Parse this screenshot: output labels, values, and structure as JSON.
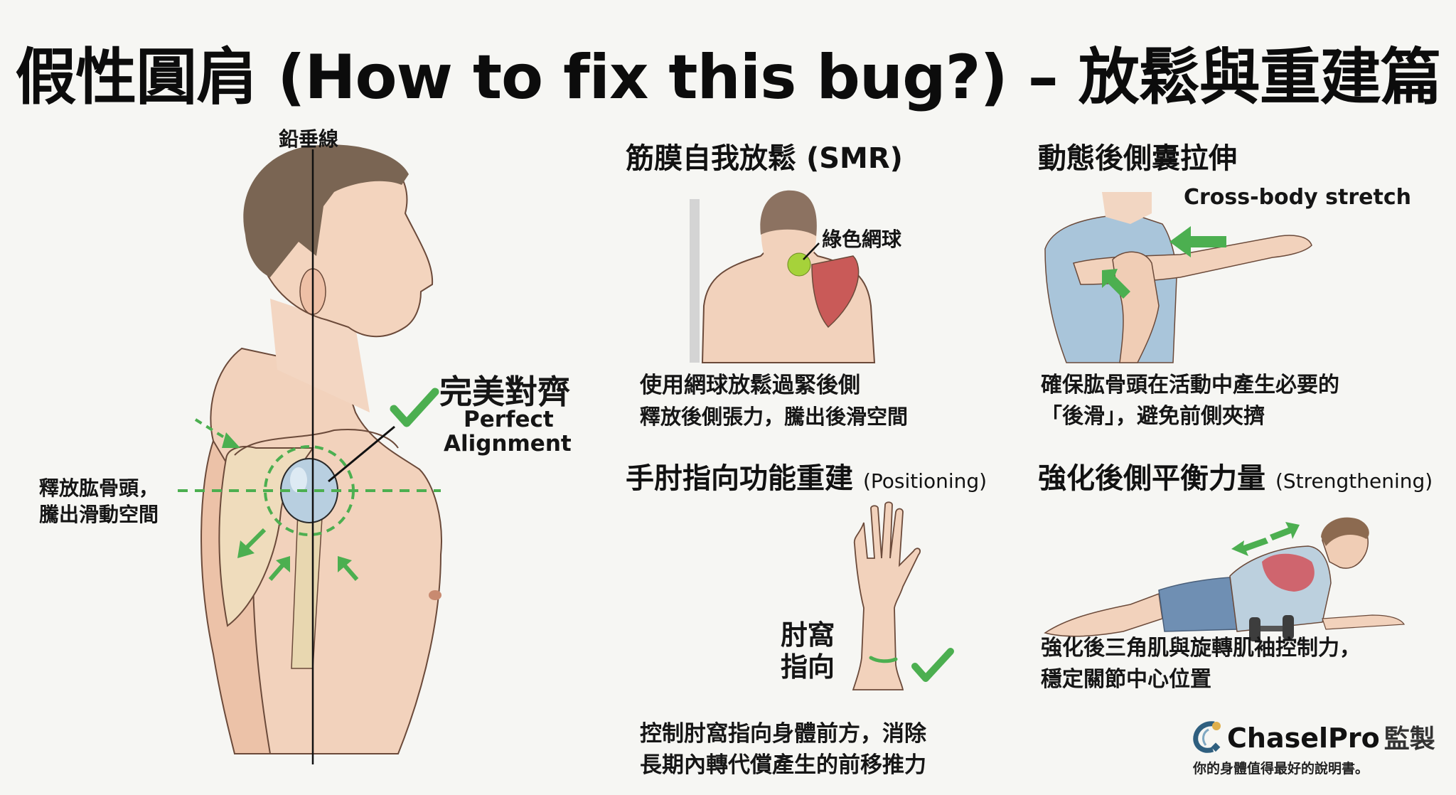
{
  "title": "假性圓肩 (How to fix this bug?) – 放鬆與重建篇",
  "main_figure": {
    "plumb_line_label": "鉛垂線",
    "alignment_label_zh": "完美對齊",
    "alignment_label_en_line1": "Perfect",
    "alignment_label_en_line2": "Alignment",
    "release_label_line1": "釋放肱骨頭，",
    "release_label_line2": "騰出滑動空間",
    "check_icon": "check-icon",
    "colors": {
      "arrow_green": "#4caf50",
      "humeral_head": "#b8cfe0",
      "skin": "#f2d2bc",
      "hair": "#7a6553"
    }
  },
  "sections": [
    {
      "title_zh": "筋膜自我放鬆",
      "title_en": "(SMR)",
      "callout": "綠色網球",
      "desc_line1": "使用網球放鬆過緊後側",
      "desc_line2": "釋放後側張力，騰出後滑空間",
      "colors": {
        "ball": "#a6d23a",
        "muscle": "#c95a58"
      }
    },
    {
      "title_zh": "動態後側囊拉伸",
      "title_en": "",
      "callout": "Cross-body stretch",
      "desc_line1": "確保肱骨頭在活動中產生必要的",
      "desc_line2": "「後滑」，避免前側夾擠",
      "colors": {
        "shirt": "#a9c5da",
        "arrow": "#4caf50"
      }
    },
    {
      "title_zh": "手肘指向功能重建",
      "title_en": "(Positioning)",
      "callout_line1": "肘窩",
      "callout_line2": "指向",
      "desc_line1": "控制肘窩指向身體前方，消除",
      "desc_line2": "長期內轉代償產生的前移推力"
    },
    {
      "title_zh": "強化後側平衡力量",
      "title_en": "(Strengthening)",
      "desc_line1": "強化後三角肌與旋轉肌袖控制力，",
      "desc_line2": "穩定關節中心位置",
      "colors": {
        "shorts": "#6f8fb3",
        "muscle": "#d2525a"
      }
    }
  ],
  "brand": {
    "name": "ChaselPro",
    "suffix": "監製",
    "tagline": "你的身體值得最好的說明書。",
    "logo_icon": "chaselpro-logo-icon",
    "colors": {
      "logo_blue": "#2f5f7f",
      "logo_gold": "#e0b04c"
    }
  }
}
